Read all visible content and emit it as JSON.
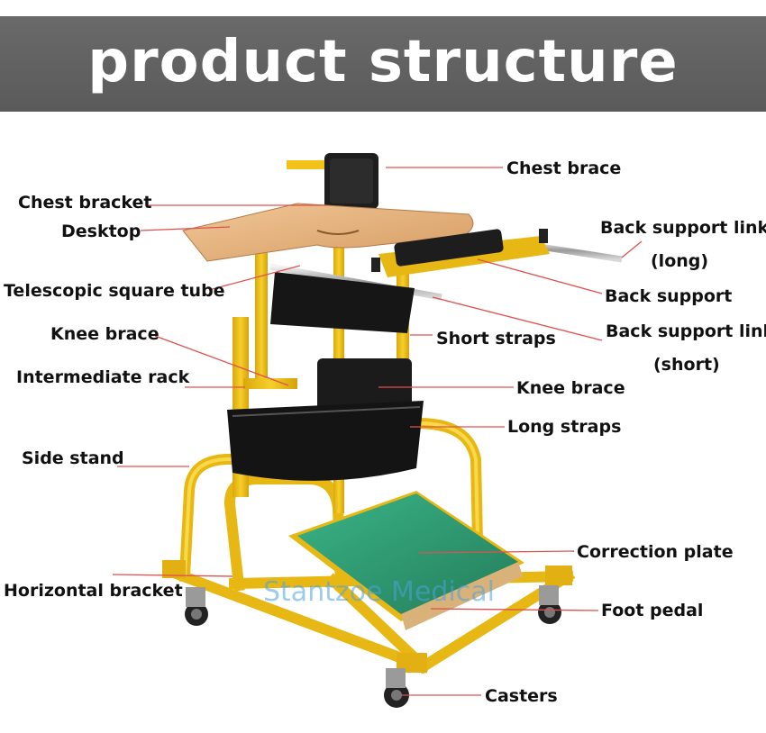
{
  "header": {
    "title": "product structure"
  },
  "labels": {
    "chest_brace": "Chest brace",
    "chest_bracket": "Chest bracket",
    "desktop": "Desktop",
    "back_support_link_long_line1": "Back support link",
    "back_support_link_long_line2": "(long)",
    "telescopic_square_tube": "Telescopic square tube",
    "back_support": "Back support",
    "knee_brace_left": "Knee brace",
    "short_straps": "Short straps",
    "back_support_link_short_line1": "Back support link",
    "back_support_link_short_line2": "(short)",
    "intermediate_rack": "Intermediate rack",
    "knee_brace_right": "Knee brace",
    "long_straps": "Long straps",
    "side_stand": "Side stand",
    "correction_plate": "Correction plate",
    "horizontal_bracket": "Horizontal bracket",
    "foot_pedal": "Foot pedal",
    "casters": "Casters"
  },
  "watermark": "Stantzoe Medical",
  "colors": {
    "banner": "#5f5f5f",
    "frame_yellow": "#f0c21a",
    "frame_shadow": "#c99a08",
    "pad_black": "#1a1a1a",
    "plate_green": "#2e9c73",
    "desk_wood": "#e2b07e",
    "leader_line": "#e04a4a"
  }
}
